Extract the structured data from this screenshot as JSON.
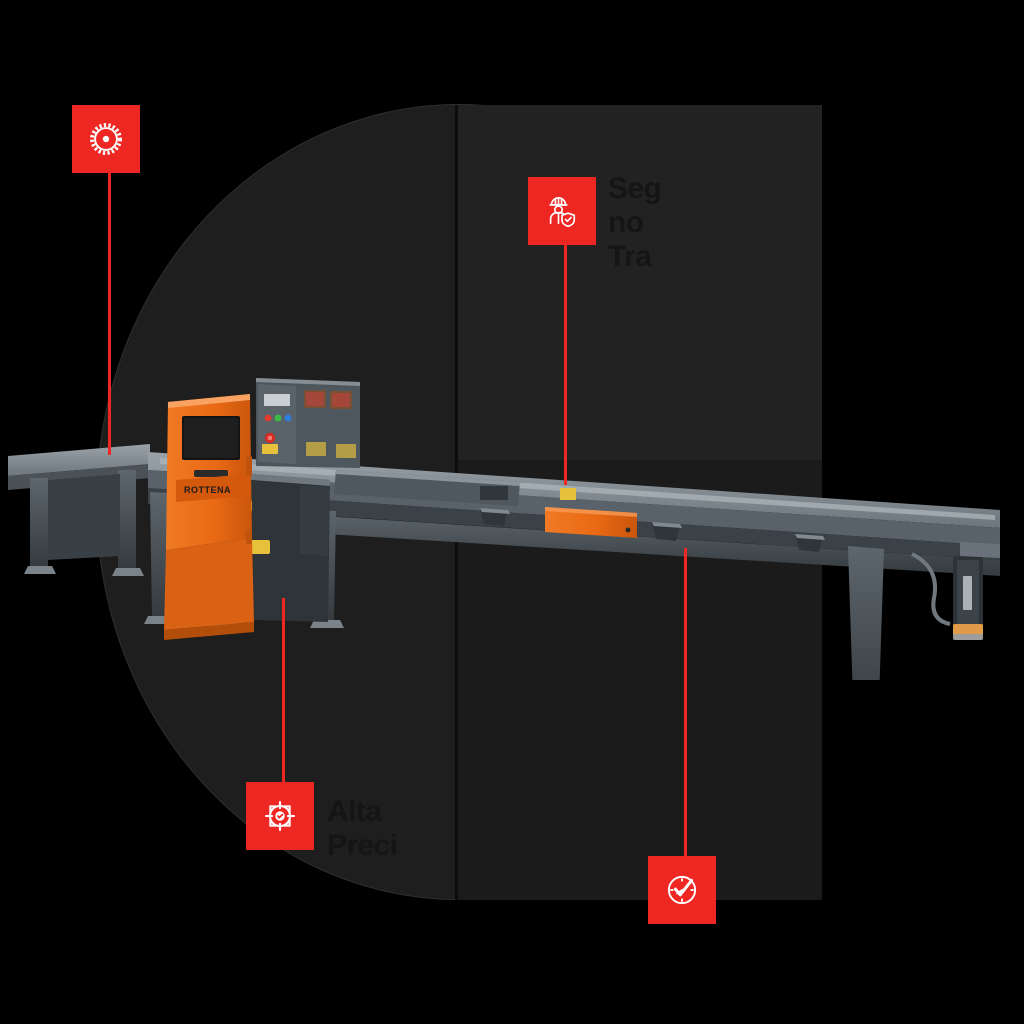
{
  "page": {
    "background_color": "#000000",
    "accent_color": "#ee2722",
    "panel_color": "#1e1e1e",
    "text_color": "#151515"
  },
  "product": {
    "name": "Serra industrial automatizada",
    "body_color": "#5a646b",
    "accent_color": "#ef6c1a",
    "screen_color": "#1a1a1a",
    "brand_plate": "ROTTENA"
  },
  "markers": [
    {
      "id": "saw",
      "icon": "circular-saw-blade-icon",
      "label": "",
      "box_color": "#ee2722",
      "line_color": "#ee2722"
    },
    {
      "id": "safety",
      "icon": "worker-helmet-shield-icon",
      "label": "Seg\nno Tra",
      "box_color": "#ee2722",
      "line_color": "#ee2722"
    },
    {
      "id": "precision",
      "icon": "target-crosshair-check-icon",
      "label": "Alta Preci",
      "box_color": "#ee2722",
      "line_color": "#ee2722"
    },
    {
      "id": "speed",
      "icon": "clock-check-icon",
      "label": "",
      "box_color": "#ee2722",
      "line_color": "#ee2722"
    }
  ]
}
